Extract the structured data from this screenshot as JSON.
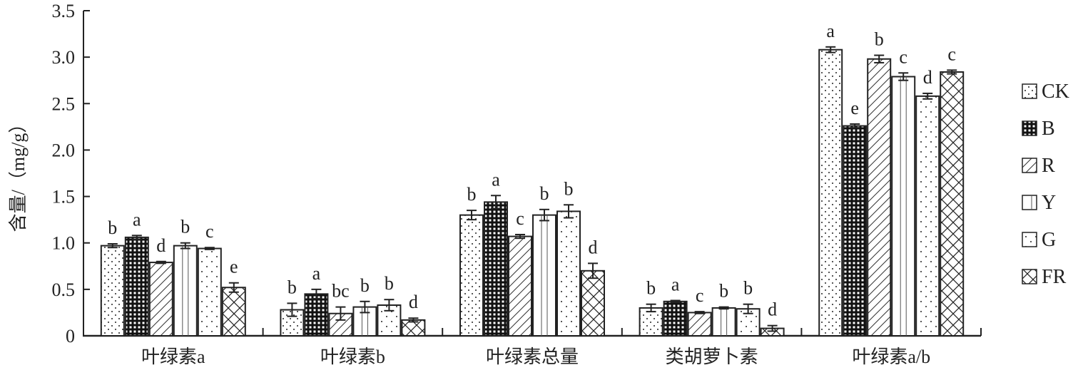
{
  "chart_data": {
    "type": "bar",
    "title": "",
    "xlabel": "",
    "ylabel": "含量/（mg/g）",
    "ylim": [
      0,
      3.5
    ],
    "yticks": [
      "0",
      "0.5",
      "1.0",
      "1.5",
      "2.0",
      "2.5",
      "3.0",
      "3.5"
    ],
    "ytick_values": [
      0,
      0.5,
      1.0,
      1.5,
      2.0,
      2.5,
      3.0,
      3.5
    ],
    "grid": false,
    "legend_position": "right",
    "categories": [
      "叶绿素a",
      "叶绿素b",
      "叶绿素总量",
      "类胡萝卜素",
      "叶绿素a/b"
    ],
    "series": [
      {
        "name": "CK",
        "pattern": "dots",
        "values": [
          0.97,
          0.28,
          1.3,
          0.3,
          3.08
        ],
        "errors": [
          0.02,
          0.07,
          0.05,
          0.04,
          0.03
        ],
        "letters": [
          "b",
          "b",
          "b",
          "b",
          "a"
        ]
      },
      {
        "name": "B",
        "pattern": "grid",
        "values": [
          1.06,
          0.45,
          1.44,
          0.37,
          2.26
        ],
        "errors": [
          0.02,
          0.05,
          0.07,
          0.01,
          0.02
        ],
        "letters": [
          "a",
          "a",
          "a",
          "a",
          "e"
        ]
      },
      {
        "name": "R",
        "pattern": "diagonal",
        "values": [
          0.79,
          0.24,
          1.07,
          0.25,
          2.98
        ],
        "errors": [
          0.01,
          0.07,
          0.02,
          0.01,
          0.04
        ],
        "letters": [
          "d",
          "bc",
          "c",
          "c",
          "b"
        ]
      },
      {
        "name": "Y",
        "pattern": "vertical",
        "values": [
          0.97,
          0.31,
          1.3,
          0.3,
          2.79
        ],
        "errors": [
          0.03,
          0.06,
          0.06,
          0.01,
          0.04
        ],
        "letters": [
          "b",
          "b",
          "b",
          "b",
          "c"
        ]
      },
      {
        "name": "G",
        "pattern": "sparse-dots",
        "values": [
          0.94,
          0.33,
          1.34,
          0.29,
          2.58
        ],
        "errors": [
          0.01,
          0.06,
          0.07,
          0.05,
          0.03
        ],
        "letters": [
          "c",
          "b",
          "b",
          "b",
          "d"
        ]
      },
      {
        "name": "FR",
        "pattern": "crosshatch",
        "values": [
          0.52,
          0.17,
          0.7,
          0.08,
          2.84
        ],
        "errors": [
          0.05,
          0.02,
          0.08,
          0.03,
          0.02
        ],
        "letters": [
          "e",
          "d",
          "d",
          "d",
          "c"
        ]
      }
    ]
  }
}
